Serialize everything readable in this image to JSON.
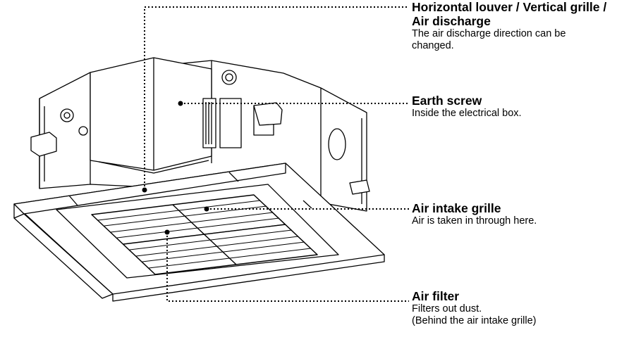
{
  "callouts": {
    "louver": {
      "title": "Horizontal louver / Vertical grille / Air discharge",
      "desc1": "The air discharge direction can be",
      "desc2": "changed."
    },
    "earth_screw": {
      "title": "Earth screw",
      "desc1": "Inside the electrical box."
    },
    "air_intake": {
      "title": "Air intake grille",
      "desc1": "Air is taken in through here."
    },
    "air_filter": {
      "title": "Air filter",
      "desc1": "Filters out dust.",
      "desc2": "(Behind the air intake grille)"
    }
  },
  "colors": {
    "line": "#000000",
    "background": "#ffffff",
    "panel_shade": "#d9d9d9"
  }
}
